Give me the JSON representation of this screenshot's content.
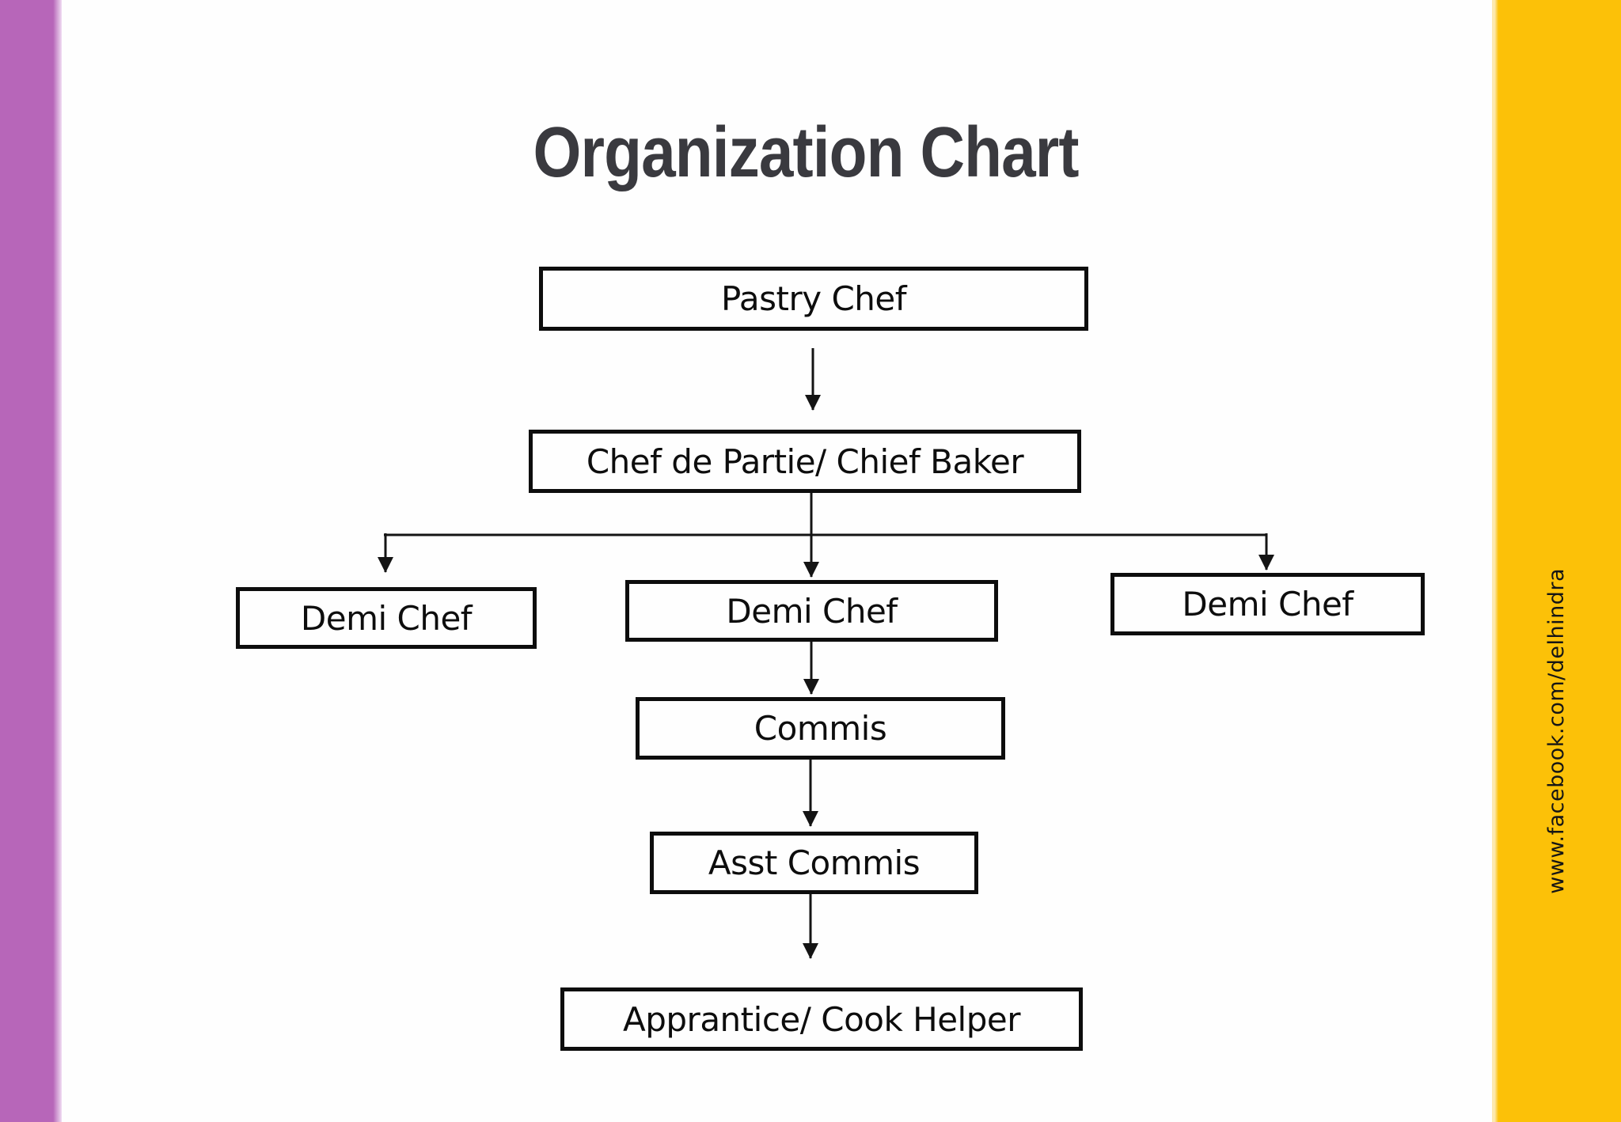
{
  "page": {
    "title": "Organization Chart",
    "sidebar_url": "www.facebook.com/delhindra"
  },
  "colors": {
    "left_bar": "#b766b9",
    "right_bar": "#fcc108",
    "box_border": "#0d0d0d",
    "box_background": "#fefefe",
    "title_text": "#3a3a3f",
    "connector": "#141414"
  },
  "chart_data": {
    "type": "org_chart",
    "title": "Organization Chart",
    "nodes": [
      {
        "id": "pastry-chef",
        "label": "Pastry Chef",
        "level": 1
      },
      {
        "id": "chef-de-partie",
        "label": "Chef de Partie/ Chief Baker",
        "level": 2
      },
      {
        "id": "demi-chef-left",
        "label": "Demi Chef",
        "level": 3
      },
      {
        "id": "demi-chef-center",
        "label": "Demi Chef",
        "level": 3
      },
      {
        "id": "demi-chef-right",
        "label": "Demi Chef",
        "level": 3
      },
      {
        "id": "commis",
        "label": "Commis",
        "level": 4
      },
      {
        "id": "asst-commis",
        "label": "Asst Commis",
        "level": 5
      },
      {
        "id": "apprantice-cook-helper",
        "label": "Apprantice/ Cook Helper",
        "level": 6
      }
    ],
    "edges": [
      {
        "from": "pastry-chef",
        "to": "chef-de-partie"
      },
      {
        "from": "chef-de-partie",
        "to": "demi-chef-left"
      },
      {
        "from": "chef-de-partie",
        "to": "demi-chef-center"
      },
      {
        "from": "chef-de-partie",
        "to": "demi-chef-right"
      },
      {
        "from": "demi-chef-center",
        "to": "commis"
      },
      {
        "from": "commis",
        "to": "asst-commis"
      },
      {
        "from": "asst-commis",
        "to": "apprantice-cook-helper"
      }
    ]
  }
}
